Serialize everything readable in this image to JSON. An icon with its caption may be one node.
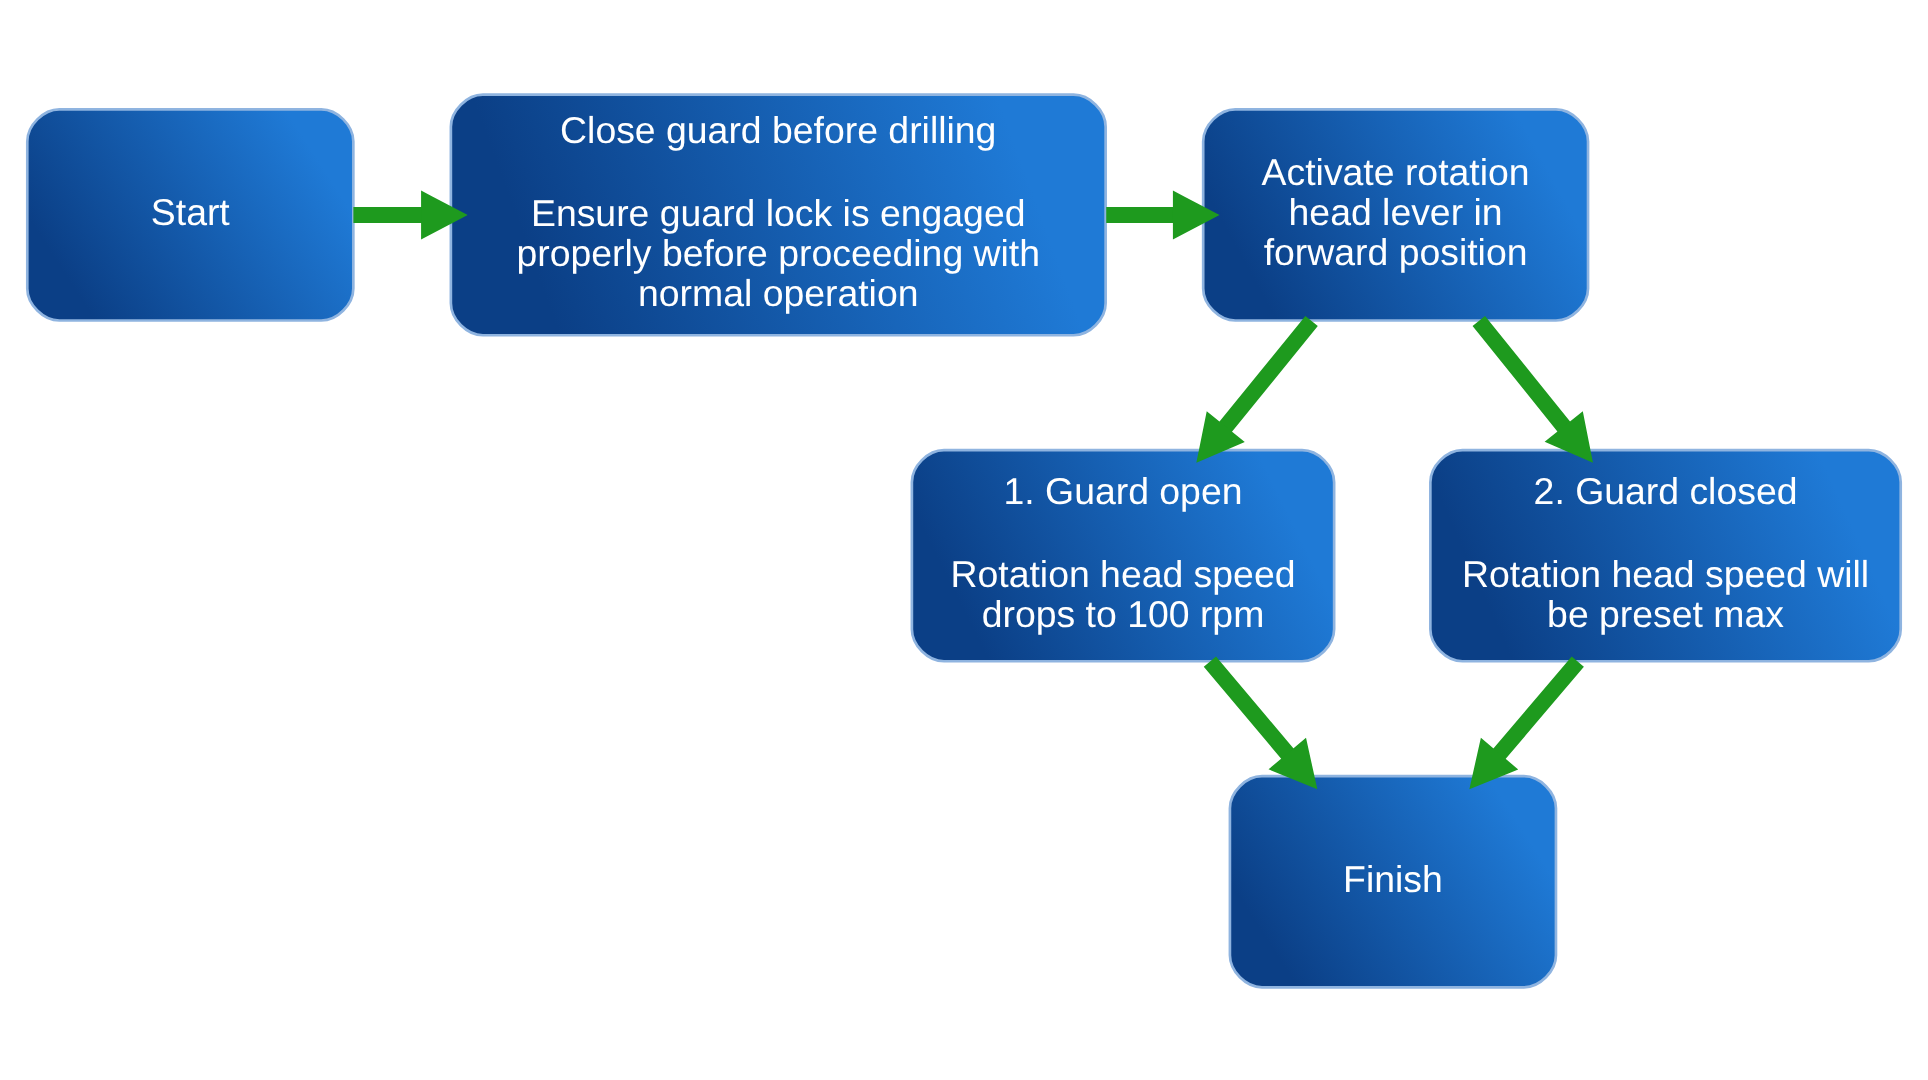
{
  "diagram": {
    "nodes": [
      {
        "text": [
          "Start"
        ]
      },
      {
        "text": [
          "Close guard before drilling",
          "Ensure guard lock is engaged properly before proceeding with normal operation"
        ]
      },
      {
        "text": [
          "Activate rotation head lever in forward position"
        ]
      },
      {
        "text": [
          "1. Guard open",
          "Rotation head speed drops to 100 rpm"
        ]
      },
      {
        "text": [
          "2. Guard closed",
          "Rotation head speed will be preset max"
        ]
      },
      {
        "text": [
          "Finish"
        ]
      }
    ],
    "edges": [
      {
        "from": 0,
        "to": 1,
        "arrow": "to"
      },
      {
        "from": 1,
        "to": 2,
        "arrow": "to"
      },
      {
        "from": 2,
        "to": 3,
        "arrow": "to"
      },
      {
        "from": 2,
        "to": 4,
        "arrow": "to"
      },
      {
        "from": 3,
        "to": 5,
        "arrow": "to"
      },
      {
        "from": 4,
        "to": 5,
        "arrow": "to"
      }
    ]
  }
}
